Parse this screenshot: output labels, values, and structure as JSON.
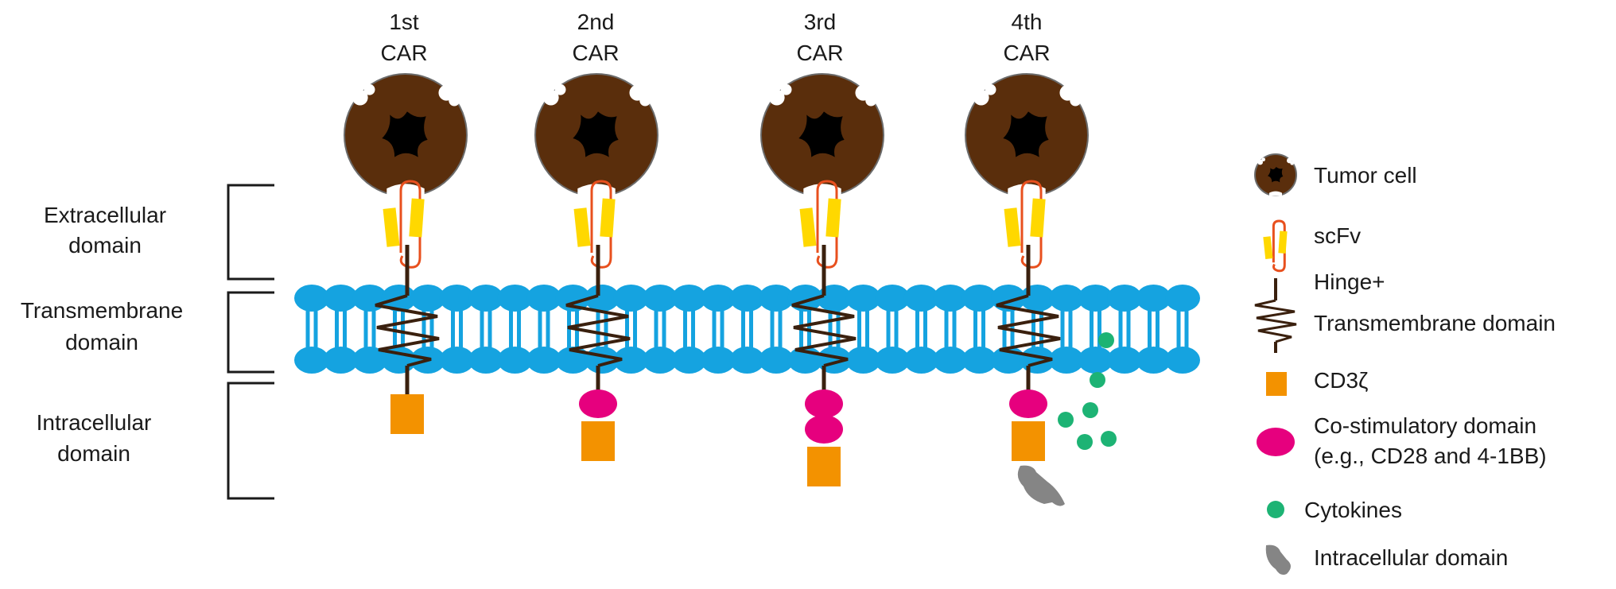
{
  "generations": [
    {
      "label_line1": "1st",
      "label_line2": "CAR",
      "costim_count": 0,
      "has_cytokines": false,
      "has_extra_domain": false
    },
    {
      "label_line1": "2nd",
      "label_line2": "CAR",
      "costim_count": 1,
      "has_cytokines": false,
      "has_extra_domain": false
    },
    {
      "label_line1": "3rd",
      "label_line2": "CAR",
      "costim_count": 2,
      "has_cytokines": false,
      "has_extra_domain": false
    },
    {
      "label_line1": "4th",
      "label_line2": "CAR",
      "costim_count": 1,
      "has_cytokines": true,
      "has_extra_domain": true
    }
  ],
  "domains": {
    "extracellular": {
      "line1": "Extracellular",
      "line2": "domain"
    },
    "transmembrane": {
      "line1": "Transmembrane",
      "line2": "domain"
    },
    "intracellular": {
      "line1": "Intracellular",
      "line2": "domain"
    }
  },
  "legend": {
    "tumor_cell": "Tumor cell",
    "scfv": "scFv",
    "hinge_line1": "Hinge+",
    "hinge_line2": "Transmembrane domain",
    "cd3z": "CD3ζ",
    "costim_line1": "Co-stimulatory domain",
    "costim_line2": "(e.g., CD28 and 4-1BB)",
    "cytokines": "Cytokines",
    "intracellular_domain": "Intracellular domain"
  },
  "colors": {
    "tumor_cell": "#5a2e0c",
    "tumor_nucleus": "#000000",
    "scfv_fill": "#ffd800",
    "scfv_line": "#e8501e",
    "hinge": "#3a200e",
    "membrane": "#15a3e0",
    "cd3z": "#f39200",
    "costim": "#e6007e",
    "cytokines": "#1db374",
    "intracellular_domain": "#858585",
    "bracket": "#1a1a1a"
  }
}
